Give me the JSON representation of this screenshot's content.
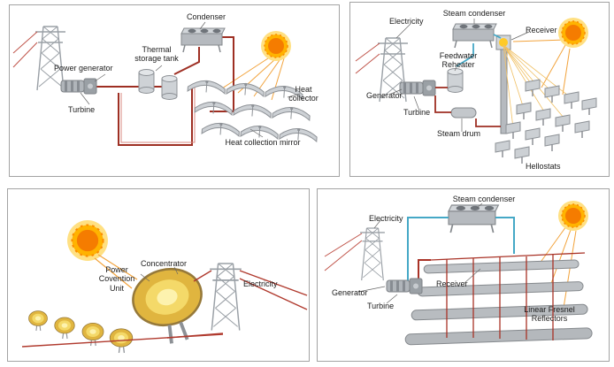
{
  "panels": {
    "tl": {
      "labels": {
        "condenser": "Condenser",
        "thermal_storage_tank": "Thermal storage tank",
        "power_generator": "Power generator",
        "turbine": "Turbine",
        "heat_collector": "Heat collector",
        "heat_collection_mirror": "Heat collection mirror"
      }
    },
    "tr": {
      "labels": {
        "electricity": "Electricity",
        "steam_condenser": "Steam condenser",
        "receiver": "Receiver",
        "feedwater_reheater": "Feedwater Reheater",
        "generator": "Generator",
        "turbine": "Turbine",
        "steam_drum": "Steam drum",
        "heliostats": "Hellostats"
      }
    },
    "bl": {
      "labels": {
        "power_conversion_unit": "Power Covention Unit",
        "concentrator": "Concentrator",
        "electricity": "Electricity"
      }
    },
    "br": {
      "labels": {
        "steam_condenser": "Steam condenser",
        "electricity": "Electricity",
        "generator": "Generator",
        "turbine": "Turbine",
        "receiver": "Receiver",
        "linear_fresnel_reflectors": "Linear Fresnel Reflectors"
      }
    }
  },
  "colors": {
    "pipe_red": "#9e2f23",
    "pipe_teal": "#45a8c6",
    "ray_orange": "#f2a33c",
    "sun_core": "#f57c00",
    "sun_glow": "#ffe082",
    "metal_gray": "#bcc0c4",
    "panel_border": "#a3a3a3"
  }
}
